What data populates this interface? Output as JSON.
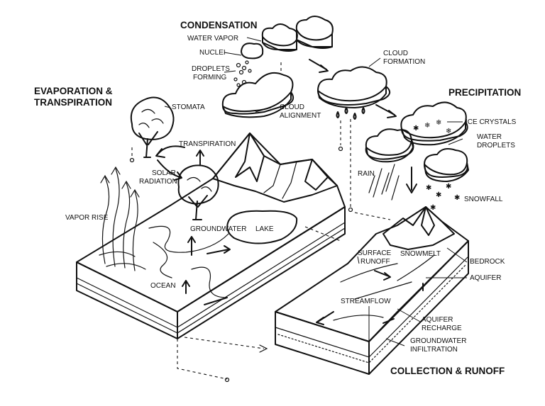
{
  "headings": {
    "condensation": "CONDENSATION",
    "evaporation_1": "EVAPORATION &",
    "evaporation_2": "TRANSPIRATION",
    "precipitation": "PRECIPITATION",
    "collection": "COLLECTION & RUNOFF"
  },
  "labels": {
    "water_vapor": "WATER VAPOR",
    "nuclei": "NUCLEI",
    "droplets_1": "DROPLETS",
    "droplets_2": "FORMING",
    "cloud_alignment_1": "CLOUD",
    "cloud_alignment_2": "ALIGNMENT",
    "cloud_formation_1": "CLOUD",
    "cloud_formation_2": "FORMATION",
    "stomata": "STOMATA",
    "transpiration": "TRANSPIRATION",
    "solar_1": "SOLAR",
    "solar_2": "RADIATION",
    "vapor_rise": "VAPOR RISE",
    "groundwater": "GROUNDWATER",
    "lake": "LAKE",
    "ocean": "OCEAN",
    "ice_crystals": "ICE CRYSTALS",
    "water_droplets_1": "WATER",
    "water_droplets_2": "DROPLETS",
    "rain": "RAIN",
    "snowfall": "SNOWFALL",
    "surface_runoff_1": "SURFACE",
    "surface_runoff_2": "RUNOFF",
    "snowmelt": "SNOWMELT",
    "bedrock": "BEDROCK",
    "aquifer": "AQUIFER",
    "streamflow": "STREAMFLOW",
    "aquifer_recharge_1": "AQUIFER",
    "aquifer_recharge_2": "RECHARGE",
    "gw_infiltration_1": "GROUNDWATER",
    "gw_infiltration_2": "INFILTRATION"
  }
}
